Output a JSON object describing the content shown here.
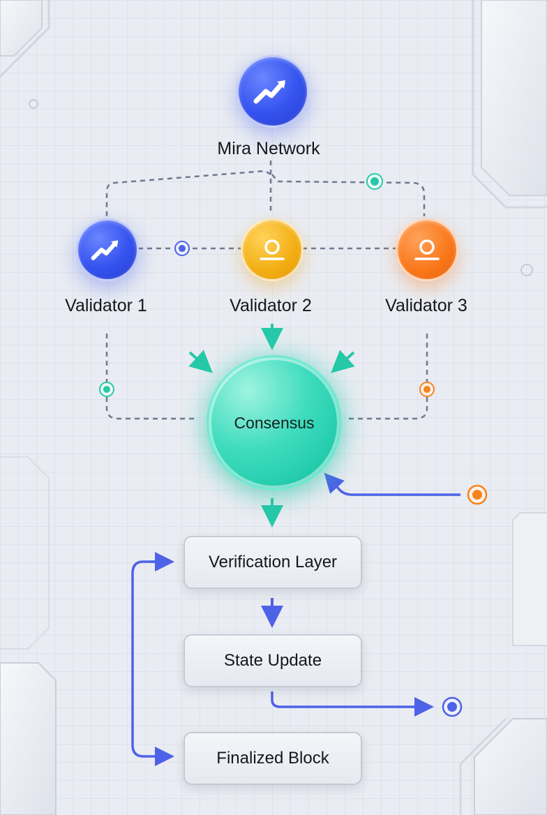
{
  "network": {
    "label": "Mira Network",
    "icon": "trend-up-icon"
  },
  "validators": [
    {
      "label": "Validator 1",
      "icon": "trend-up-icon",
      "color": "#3452ee"
    },
    {
      "label": "Validator 2",
      "icon": "user-icon",
      "color": "#f3ad12"
    },
    {
      "label": "Validator 3",
      "icon": "user-icon",
      "color": "#f97618"
    }
  ],
  "consensus": {
    "label": "Consensus",
    "color": "#26d2b4"
  },
  "pipeline": [
    {
      "label": "Verification Layer"
    },
    {
      "label": "State Update"
    },
    {
      "label": "Finalized Block"
    }
  ],
  "colors": {
    "teal": "#26c9a8",
    "blue": "#4e62e8",
    "orange": "#f5841f",
    "dashed": "#6f7890"
  }
}
